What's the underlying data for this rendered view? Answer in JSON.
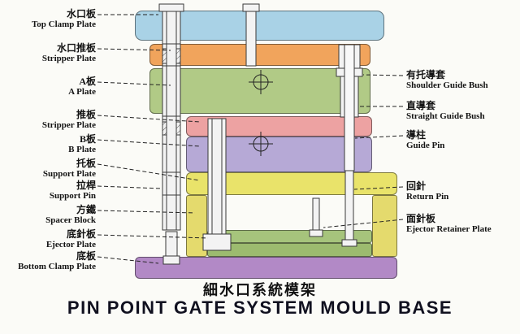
{
  "diagram_title": {
    "cn": "細水口系統模架",
    "en": "PIN POINT GATE SYSTEM MOULD BASE"
  },
  "left_labels": [
    {
      "cn": "水口板",
      "en": "Top Clamp Plate"
    },
    {
      "cn": "水口推板",
      "en": "Stripper Plate"
    },
    {
      "cn": "A板",
      "en": "A Plate"
    },
    {
      "cn": "推板",
      "en": "Stripper Plate"
    },
    {
      "cn": "B板",
      "en": "B Plate"
    },
    {
      "cn": "托板",
      "en": "Support Plate"
    },
    {
      "cn": "拉桿",
      "en": "Support Pin"
    },
    {
      "cn": "方鐵",
      "en": "Spacer Block"
    },
    {
      "cn": "底針板",
      "en": "Ejector Plate"
    },
    {
      "cn": "底板",
      "en": "Bottom Clamp Plate"
    }
  ],
  "right_labels": [
    {
      "cn": "有托導套",
      "en": "Shoulder Guide Bush"
    },
    {
      "cn": "直導套",
      "en": "Straight Guide Bush"
    },
    {
      "cn": "導柱",
      "en": "Guide Pin"
    },
    {
      "cn": "回針",
      "en": "Return Pin"
    },
    {
      "cn": "面針板",
      "en": "Ejector Retainer Plate"
    }
  ],
  "plates": {
    "top_clamp": "#a9d2e6",
    "stripper_top": "#f1a45c",
    "a_plate": "#b1ca86",
    "stripper_mid": "#eda2a2",
    "b_plate": "#b6a9d6",
    "support_plate": "#e9e36a",
    "spacer_block": "#e4da6d",
    "ejector_retainer": "#a6c47c",
    "ejector_plate": "#9cbb6f",
    "bottom_clamp": "#b289c6"
  },
  "colors": {
    "pin_fill": "#f3f3f3",
    "outline": "#3a3a3a",
    "leader_line": "#222222"
  }
}
